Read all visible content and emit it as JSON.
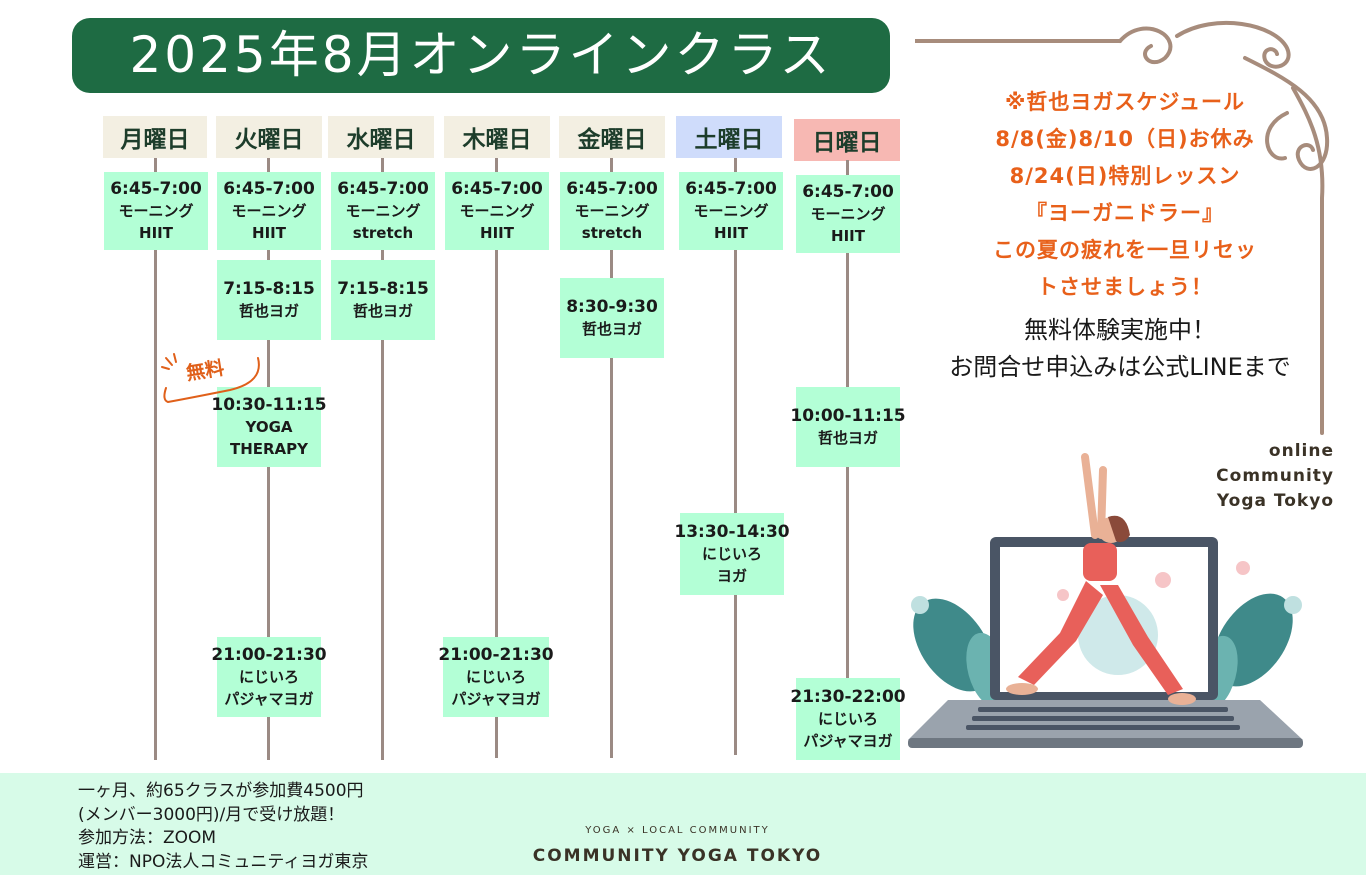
{
  "title": "2025年8月オンラインクラス",
  "colors": {
    "banner": "#1e6b43",
    "header_default": "#f3efe2",
    "header_saturday": "#cfdcfb",
    "header_sunday": "#f7b8b3",
    "class_box": "#b3ffd6",
    "timeline": "#9b8a84",
    "notice_text": "#e8601a",
    "footer_band": "#d7fbe8",
    "ornament": "#a78c7c"
  },
  "days": [
    {
      "label": "月曜日"
    },
    {
      "label": "火曜日"
    },
    {
      "label": "水曜日"
    },
    {
      "label": "木曜日"
    },
    {
      "label": "金曜日"
    },
    {
      "label": "土曜日"
    },
    {
      "label": "日曜日"
    }
  ],
  "schedule": {
    "mon": [
      {
        "time": "6:45-7:00",
        "name": "モーニング",
        "sub": "HIIT"
      }
    ],
    "tue": [
      {
        "time": "6:45-7:00",
        "name": "モーニング",
        "sub": "HIIT"
      },
      {
        "time": "7:15-8:15",
        "name": "哲也ヨガ"
      },
      {
        "time": "10:30-11:15",
        "name": "YOGA",
        "sub": "THERAPY"
      },
      {
        "time": "21:00-21:30",
        "name": "にじいろ",
        "sub": "パジャマヨガ"
      }
    ],
    "wed": [
      {
        "time": "6:45-7:00",
        "name": "モーニング",
        "sub": "stretch"
      },
      {
        "time": "7:15-8:15",
        "name": "哲也ヨガ"
      }
    ],
    "thu": [
      {
        "time": "6:45-7:00",
        "name": "モーニング",
        "sub": "HIIT"
      },
      {
        "time": "21:00-21:30",
        "name": "にじいろ",
        "sub": "パジャマヨガ"
      }
    ],
    "fri": [
      {
        "time": "6:45-7:00",
        "name": "モーニング",
        "sub": "stretch"
      },
      {
        "time": "8:30-9:30",
        "name": "哲也ヨガ"
      }
    ],
    "sat": [
      {
        "time": "6:45-7:00",
        "name": "モーニング",
        "sub": "HIIT"
      },
      {
        "time": "13:30-14:30",
        "name": "にじいろ",
        "sub": "ヨガ"
      }
    ],
    "sun": [
      {
        "time": "6:45-7:00",
        "name": "モーニング",
        "sub": "HIIT"
      },
      {
        "time": "10:00-11:15",
        "name": "哲也ヨガ"
      },
      {
        "time": "21:30-22:00",
        "name": "にじいろ",
        "sub": "パジャマヨガ"
      }
    ]
  },
  "free_badge": "無料",
  "notice": [
    "※哲也ヨガスケジュール",
    "8/8(金)8/10（日)お休み",
    "8/24(日)特別レッスン",
    "『ヨーガニドラー』",
    "この夏の疲れを一旦リセッ",
    "トさせましょう！"
  ],
  "trial": [
    "無料体験実施中！",
    "お問合せ申込みは公式LINEまで"
  ],
  "brand_side": [
    "online",
    "Community",
    "Yoga Tokyo"
  ],
  "footer": {
    "info": [
      "一ヶ月、約65クラスが参加費4500円",
      "(メンバー3000円)/月で受け放題！",
      "参加方法：ZOOM",
      "運営：NPO法人コミュニティヨガ東京"
    ],
    "tagline": "YOGA × LOCAL COMMUNITY",
    "brand": "COMMUNITY YOGA TOKYO"
  },
  "icons": {
    "ornament": "swirl-ornament-icon",
    "illustration": "laptop-yoga-illustration",
    "badge_accent": "sparkle-icon"
  }
}
